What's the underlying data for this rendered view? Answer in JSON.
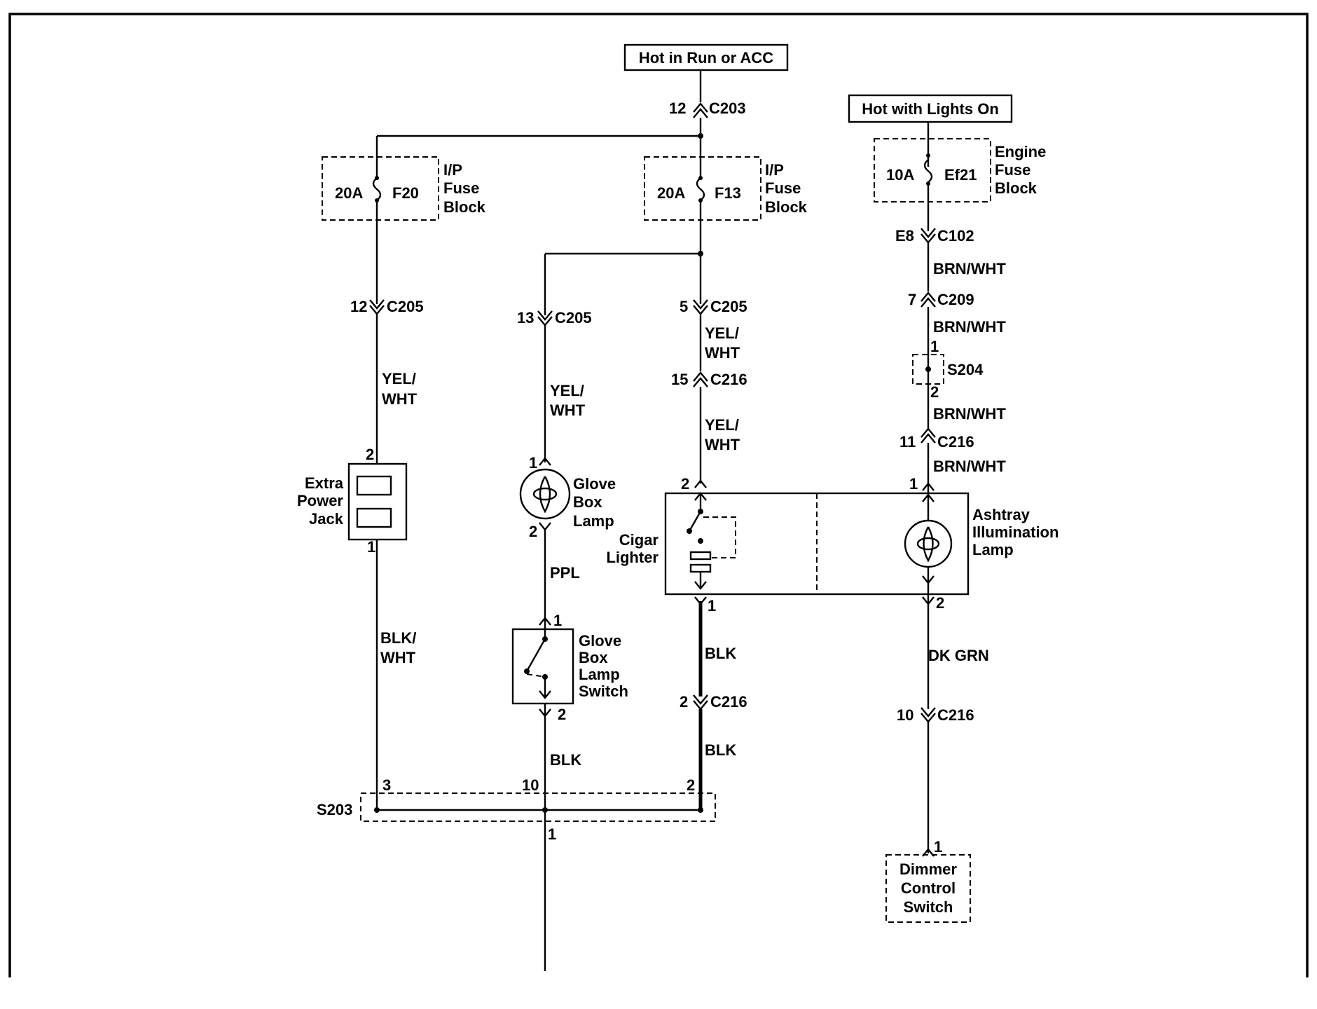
{
  "sources": {
    "run_acc": "Hot in Run or ACC",
    "lights_on": "Hot with Lights On"
  },
  "connectors": {
    "c203_pin": "12",
    "c203": "C203",
    "c205_a_pin": "12",
    "c205_a": "C205",
    "c205_b_pin": "13",
    "c205_b": "C205",
    "c205_c_pin": "5",
    "c205_c": "C205",
    "c216_a_pin": "15",
    "c216_a": "C216",
    "c216_b_pin": "2",
    "c216_b": "C216",
    "c216_c_pin": "11",
    "c216_c": "C216",
    "c216_d_pin": "10",
    "c216_d": "C216",
    "c102_pin": "E8",
    "c102": "C102",
    "c209_pin": "7",
    "c209": "C209"
  },
  "fuses": {
    "f20_rating": "20A",
    "f20": "F20",
    "f13_rating": "20A",
    "f13": "F13",
    "ef21_rating": "10A",
    "ef21": "Ef21",
    "ip_block_l1": "I/P",
    "ip_block_l2": "Fuse",
    "ip_block_l3": "Block",
    "eng_block_l1": "Engine",
    "eng_block_l2": "Fuse",
    "eng_block_l3": "Block"
  },
  "wires": {
    "yel_wht_1a": "YEL/",
    "yel_wht_1b": "WHT",
    "yel_wht_2a": "YEL/",
    "yel_wht_2b": "WHT",
    "yel_wht_3a": "YEL/",
    "yel_wht_3b": "WHT",
    "yel_wht_4a": "YEL/",
    "yel_wht_4b": "WHT",
    "brn_wht_1": "BRN/WHT",
    "brn_wht_2": "BRN/WHT",
    "brn_wht_3": "BRN/WHT",
    "brn_wht_4": "BRN/WHT",
    "ppl": "PPL",
    "blk_wht_a": "BLK/",
    "blk_wht_b": "WHT",
    "blk_1": "BLK",
    "blk_2": "BLK",
    "blk_3": "BLK",
    "dk_grn": "DK GRN"
  },
  "components": {
    "jack_l1": "Extra",
    "jack_l2": "Power",
    "jack_l3": "Jack",
    "jack_pin_top": "2",
    "jack_pin_bot": "1",
    "glove_lamp_l1": "Glove",
    "glove_lamp_l2": "Box",
    "glove_lamp_l3": "Lamp",
    "glove_lamp_pin_top": "1",
    "glove_lamp_pin_bot": "2",
    "glove_sw_l1": "Glove",
    "glove_sw_l2": "Box",
    "glove_sw_l3": "Lamp",
    "glove_sw_l4": "Switch",
    "glove_sw_pin_top": "1",
    "glove_sw_pin_bot": "2",
    "cigar_l1": "Cigar",
    "cigar_l2": "Lighter",
    "cigar_pin_top": "2",
    "cigar_pin_bot": "1",
    "ashtray_l1": "Ashtray",
    "ashtray_l2": "Illumination",
    "ashtray_l3": "Lamp",
    "ashtray_pin_top": "1",
    "ashtray_pin_bot": "2",
    "dimmer_l1": "Dimmer",
    "dimmer_l2": "Control",
    "dimmer_l3": "Switch",
    "dimmer_pin": "1"
  },
  "splices": {
    "s204": "S204",
    "s204_pin_top": "1",
    "s204_pin_bot": "2",
    "s203": "S203",
    "s203_pin_3": "3",
    "s203_pin_10": "10",
    "s203_pin_2": "2",
    "s203_pin_1": "1"
  }
}
